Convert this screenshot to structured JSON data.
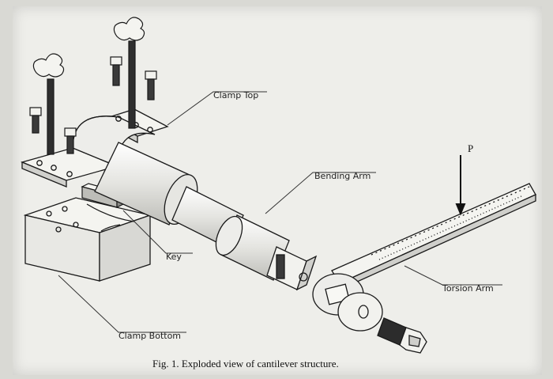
{
  "labels": {
    "clamp_top": "Clamp Top",
    "bending_arm": "Bending Arm",
    "key": "Key",
    "torsion_arm": "Torsion Arm",
    "clamp_bottom": "Clamp Bottom",
    "load": "P"
  },
  "caption": "Fig. 1. Exploded view of cantilever structure."
}
